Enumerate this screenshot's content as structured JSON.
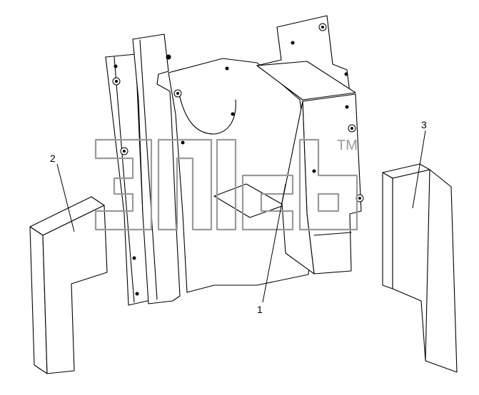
{
  "diagram": {
    "callouts": [
      {
        "id": "1",
        "label": "1"
      },
      {
        "id": "2",
        "label": "2"
      },
      {
        "id": "3",
        "label": "3"
      }
    ],
    "watermark": {
      "tm": "TM"
    },
    "colors": {
      "line": "#000000",
      "watermark": "#9a9a9a",
      "background": "#ffffff"
    }
  }
}
